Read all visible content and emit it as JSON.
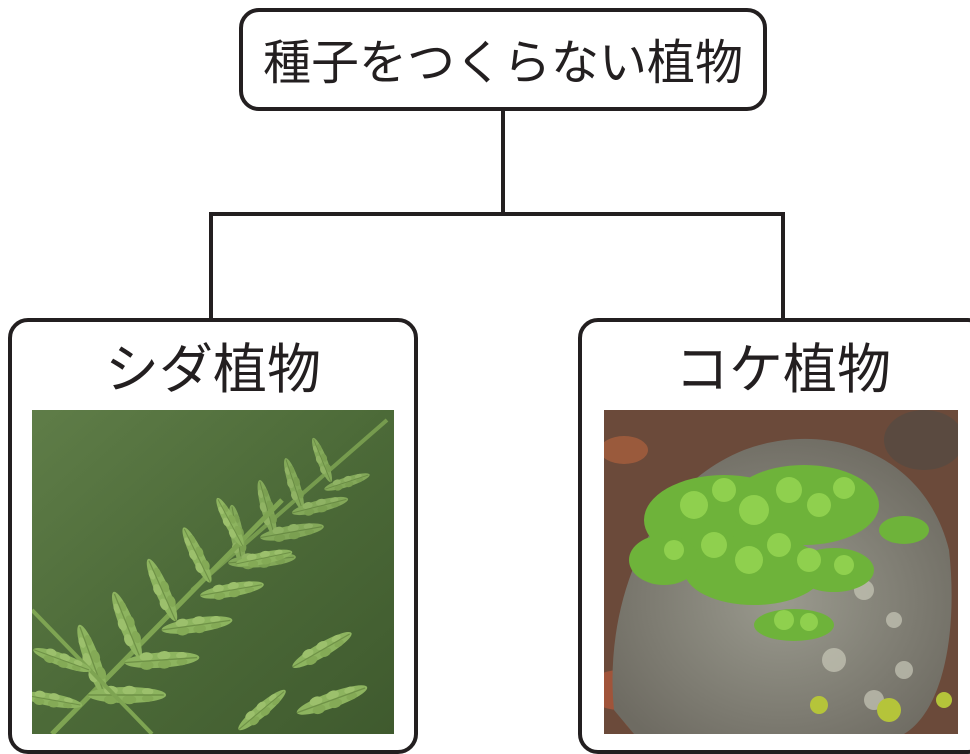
{
  "root": {
    "label": "種子をつくらない植物"
  },
  "children": [
    {
      "label": "シダ植物",
      "photo": "fern-frond-photo"
    },
    {
      "label": "コケ植物",
      "photo": "moss-on-rock-photo"
    }
  ],
  "colors": {
    "line": "#231f20",
    "fern_green": "#8bb05c",
    "moss_green": "#7cc23e",
    "rock_gray": "#8c8c82"
  }
}
